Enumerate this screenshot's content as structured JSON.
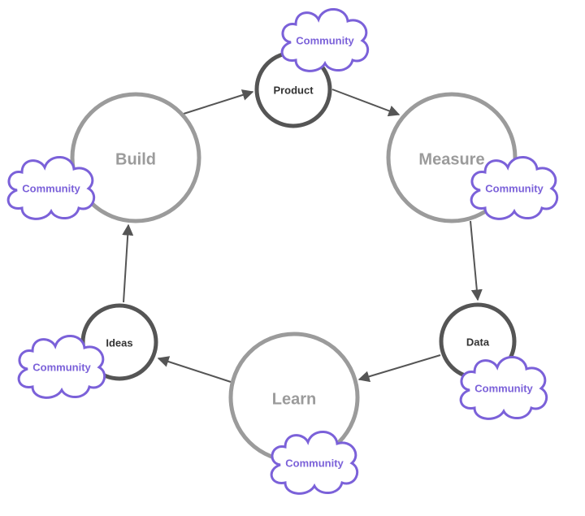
{
  "colors": {
    "big_circle_stroke": "#9b9b9b",
    "big_circle_text": "#9b9b9b",
    "small_circle_stroke": "#555555",
    "small_circle_text": "#333333",
    "arrow": "#555555",
    "cloud_stroke": "#7b61d9",
    "cloud_text": "#7b61d9",
    "background": "#ffffff"
  },
  "stages": {
    "build": "Build",
    "measure": "Measure",
    "learn": "Learn"
  },
  "outputs": {
    "product": "Product",
    "data": "Data",
    "ideas": "Ideas"
  },
  "clouds": {
    "product": "Community",
    "build": "Community",
    "measure": "Community",
    "data": "Community",
    "learn": "Community",
    "ideas": "Community"
  }
}
